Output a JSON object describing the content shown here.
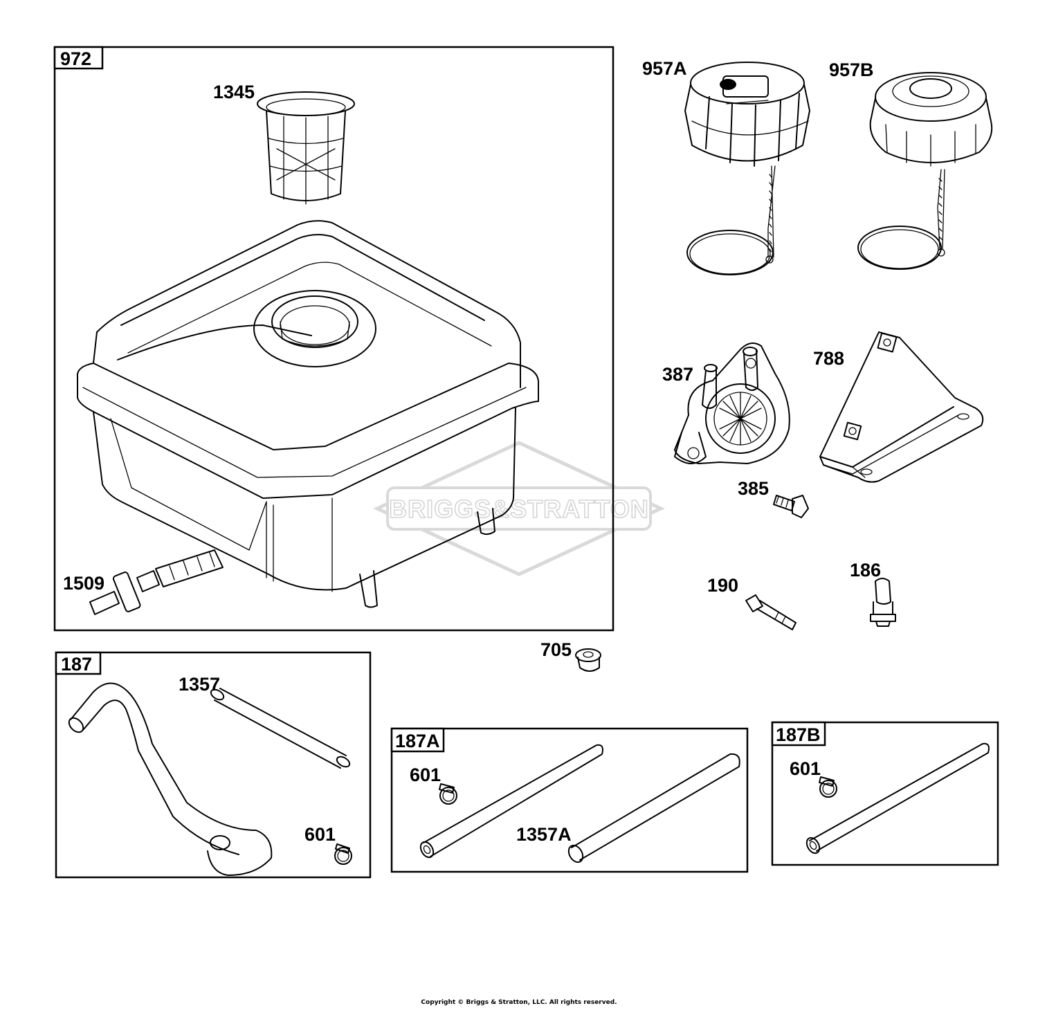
{
  "watermark": {
    "brand": "BRIGGS&STRATTON"
  },
  "groups": {
    "tank_kit": "972",
    "fuel_line_kit": "187",
    "fuel_line_kit_a": "187A",
    "fuel_line_kit_b": "187B"
  },
  "parts": {
    "strainer": "1345",
    "cap_a": "957A",
    "cap_b": "957B",
    "fuel_pump": "387",
    "bracket": "788",
    "pump_screw": "385",
    "fuel_fitting_tank": "1509",
    "bolt": "190",
    "fitting": "186",
    "nut": "705",
    "fuel_line_1357": "1357",
    "clamp_601_a": "601",
    "clamp_601_b": "601",
    "clamp_601_c": "601",
    "fuel_line_1357a": "1357A"
  },
  "footer": {
    "copyright": "Copyright © Briggs & Stratton, LLC. All rights reserved."
  }
}
